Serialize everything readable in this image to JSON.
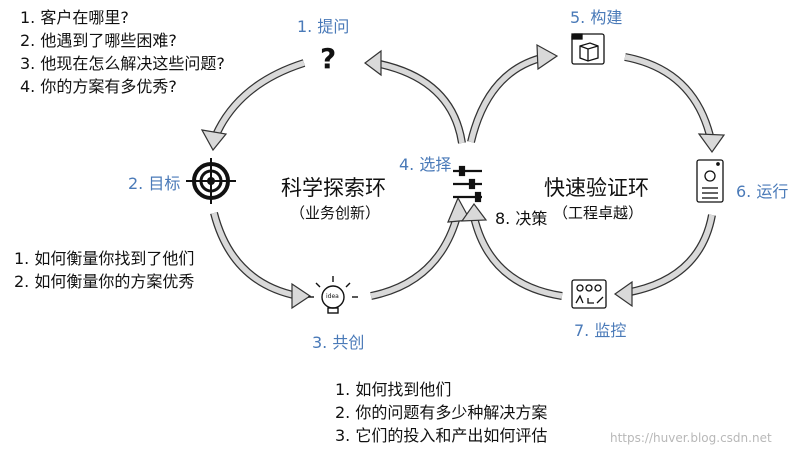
{
  "questions_customer": [
    "1.  客户在哪里?",
    "2.  他遇到了哪些困难?",
    "3.  他现在怎么解决这些问题?",
    "4.  你的方案有多优秀?"
  ],
  "questions_measure": [
    "1.  如何衡量你找到了他们",
    "2.  如何衡量你的方案优秀"
  ],
  "questions_cocreate": [
    "1.  如何找到他们",
    "2.  你的问题有多少种解决方案",
    "3.  它们的投入和产出如何评估"
  ],
  "steps": {
    "s1": "1. 提问",
    "s2": "2. 目标",
    "s3": "3. 共创",
    "s4": "4. 选择",
    "s5": "5. 构建",
    "s6": "6. 运行",
    "s7": "7. 监控",
    "s8": "8. 决策"
  },
  "loops": {
    "left_title": "科学探索环",
    "left_sub": "（业务创新）",
    "right_title": "快速验证环",
    "right_sub": "（工程卓越）"
  },
  "icons": {
    "question_mark": "?",
    "bulb_text": "idea"
  },
  "watermark": "https://huver.blog.csdn.net",
  "colors": {
    "step_label": "#4a7ab8",
    "arrow_fill": "#d9d9d9",
    "arrow_stroke": "#333333"
  }
}
